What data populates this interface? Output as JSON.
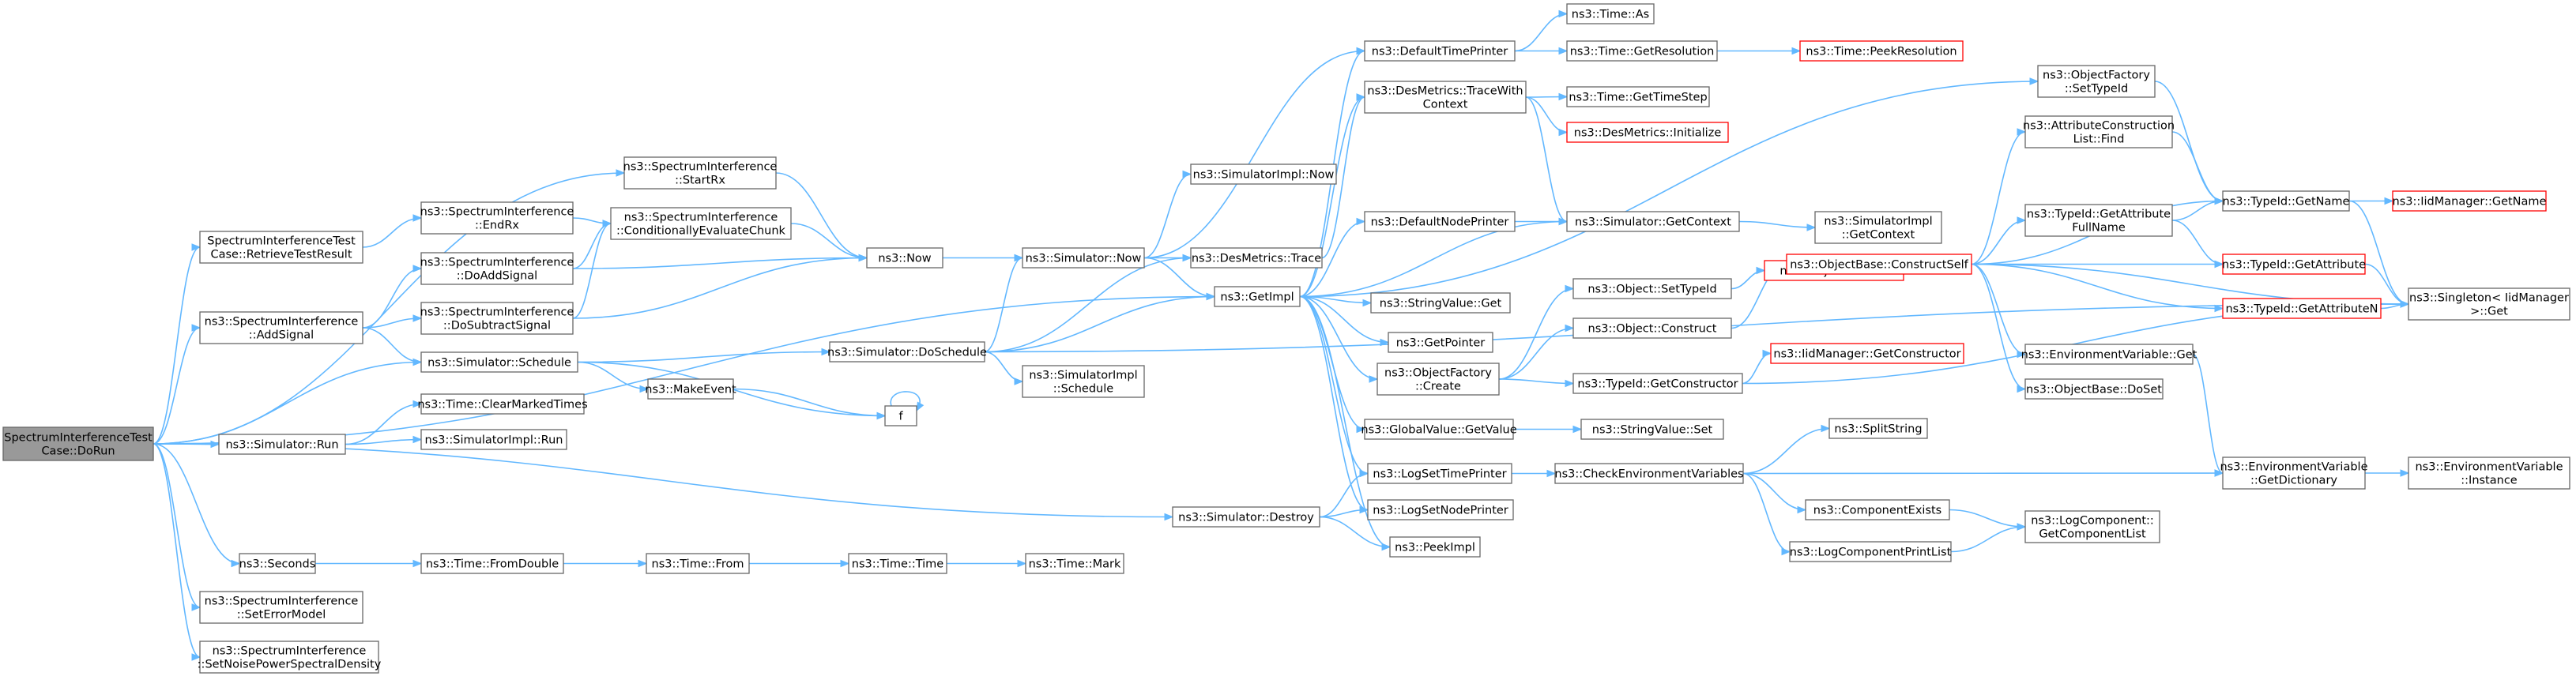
{
  "colors": {
    "edge": "#63b8ff",
    "node_fill": "#ffffff",
    "node_border": "#666666",
    "root_fill": "#999999",
    "root_border": "#666666",
    "undocumented_border": "#ff0000",
    "label": "#000000"
  },
  "graph": {
    "nodes": [
      {
        "id": "root",
        "lines": [
          "SpectrumInterferenceTest",
          "Case::DoRun"
        ],
        "kind": "root"
      },
      {
        "id": "startrx",
        "lines": [
          "ns3::SpectrumInterference",
          "::StartRx"
        ],
        "kind": "normal"
      },
      {
        "id": "retrieve",
        "lines": [
          "SpectrumInterferenceTest",
          "Case::RetrieveTestResult"
        ],
        "kind": "normal"
      },
      {
        "id": "endrx",
        "lines": [
          "ns3::SpectrumInterference",
          "::EndRx"
        ],
        "kind": "normal"
      },
      {
        "id": "condeval",
        "lines": [
          "ns3::SpectrumInterference",
          "::ConditionallyEvaluateChunk"
        ],
        "kind": "normal"
      },
      {
        "id": "doaddsignal",
        "lines": [
          "ns3::SpectrumInterference",
          "::DoAddSignal"
        ],
        "kind": "normal"
      },
      {
        "id": "dosubsignal",
        "lines": [
          "ns3::SpectrumInterference",
          "::DoSubtractSignal"
        ],
        "kind": "normal"
      },
      {
        "id": "addsignal",
        "lines": [
          "ns3::SpectrumInterference",
          "::AddSignal"
        ],
        "kind": "normal"
      },
      {
        "id": "schedule",
        "lines": [
          "ns3::Simulator::Schedule"
        ],
        "kind": "normal"
      },
      {
        "id": "clearmarked",
        "lines": [
          "ns3::Time::ClearMarkedTimes"
        ],
        "kind": "normal"
      },
      {
        "id": "simrun",
        "lines": [
          "ns3::Simulator::Run"
        ],
        "kind": "normal"
      },
      {
        "id": "simimplrun",
        "lines": [
          "ns3::SimulatorImpl::Run"
        ],
        "kind": "normal"
      },
      {
        "id": "makeevent",
        "lines": [
          "ns3::MakeEvent"
        ],
        "kind": "normal"
      },
      {
        "id": "f",
        "lines": [
          "f"
        ],
        "kind": "normal"
      },
      {
        "id": "now",
        "lines": [
          "ns3::Now"
        ],
        "kind": "normal"
      },
      {
        "id": "simnow",
        "lines": [
          "ns3::Simulator::Now"
        ],
        "kind": "normal"
      },
      {
        "id": "simimplnow",
        "lines": [
          "ns3::SimulatorImpl::Now"
        ],
        "kind": "normal"
      },
      {
        "id": "doschedule",
        "lines": [
          "ns3::Simulator::DoSchedule"
        ],
        "kind": "normal"
      },
      {
        "id": "simimplschedule",
        "lines": [
          "ns3::SimulatorImpl",
          "::Schedule"
        ],
        "kind": "normal"
      },
      {
        "id": "desmetricstrace",
        "lines": [
          "ns3::DesMetrics::Trace"
        ],
        "kind": "normal"
      },
      {
        "id": "getimpl",
        "lines": [
          "ns3::GetImpl"
        ],
        "kind": "normal"
      },
      {
        "id": "seconds",
        "lines": [
          "ns3::Seconds"
        ],
        "kind": "normal"
      },
      {
        "id": "fromdouble",
        "lines": [
          "ns3::Time::FromDouble"
        ],
        "kind": "normal"
      },
      {
        "id": "timefrom",
        "lines": [
          "ns3::Time::From"
        ],
        "kind": "normal"
      },
      {
        "id": "timetime",
        "lines": [
          "ns3::Time::Time"
        ],
        "kind": "normal"
      },
      {
        "id": "timemark",
        "lines": [
          "ns3::Time::Mark"
        ],
        "kind": "normal"
      },
      {
        "id": "seterrormodel",
        "lines": [
          "ns3::SpectrumInterference",
          "::SetErrorModel"
        ],
        "kind": "normal"
      },
      {
        "id": "setnoise",
        "lines": [
          "ns3::SpectrumInterference",
          "::SetNoisePowerSpectralDensity"
        ],
        "kind": "normal"
      },
      {
        "id": "simdestroy",
        "lines": [
          "ns3::Simulator::Destroy"
        ],
        "kind": "normal"
      },
      {
        "id": "defaulttimeprinter",
        "lines": [
          "ns3::DefaultTimePrinter"
        ],
        "kind": "normal"
      },
      {
        "id": "timeas",
        "lines": [
          "ns3::Time::As"
        ],
        "kind": "normal"
      },
      {
        "id": "getresolution",
        "lines": [
          "ns3::Time::GetResolution"
        ],
        "kind": "normal"
      },
      {
        "id": "peekresolution",
        "lines": [
          "ns3::Time::PeekResolution"
        ],
        "kind": "undocumented"
      },
      {
        "id": "tracewithcontext",
        "lines": [
          "ns3::DesMetrics::TraceWith",
          "Context"
        ],
        "kind": "normal"
      },
      {
        "id": "gettimestep",
        "lines": [
          "ns3::Time::GetTimeStep"
        ],
        "kind": "normal"
      },
      {
        "id": "desinit",
        "lines": [
          "ns3::DesMetrics::Initialize"
        ],
        "kind": "undocumented"
      },
      {
        "id": "defaultnodeprinter",
        "lines": [
          "ns3::DefaultNodePrinter"
        ],
        "kind": "normal"
      },
      {
        "id": "simgetcontext",
        "lines": [
          "ns3::Simulator::GetContext"
        ],
        "kind": "normal"
      },
      {
        "id": "simimplgetcontext",
        "lines": [
          "ns3::SimulatorImpl",
          "::GetContext"
        ],
        "kind": "normal"
      },
      {
        "id": "stringvalueget",
        "lines": [
          "ns3::StringValue::Get"
        ],
        "kind": "normal"
      },
      {
        "id": "getpointer",
        "lines": [
          "ns3::GetPointer"
        ],
        "kind": "normal"
      },
      {
        "id": "objfactorycreate",
        "lines": [
          "ns3::ObjectFactory",
          "::Create"
        ],
        "kind": "normal"
      },
      {
        "id": "objsettypeid",
        "lines": [
          "ns3::Object::SetTypeId"
        ],
        "kind": "normal"
      },
      {
        "id": "objcheck",
        "lines": [
          "ns3::Object::Check"
        ],
        "kind": "undocumented"
      },
      {
        "id": "objconstruct",
        "lines": [
          "ns3::Object::Construct"
        ],
        "kind": "normal"
      },
      {
        "id": "gettypeidconstructor",
        "lines": [
          "ns3::TypeId::GetConstructor"
        ],
        "kind": "normal"
      },
      {
        "id": "iidgetconstructor",
        "lines": [
          "ns3::IidManager::GetConstructor"
        ],
        "kind": "undocumented"
      },
      {
        "id": "globalvalueget",
        "lines": [
          "ns3::GlobalValue::GetValue"
        ],
        "kind": "normal"
      },
      {
        "id": "stringvalueset",
        "lines": [
          "ns3::StringValue::Set"
        ],
        "kind": "normal"
      },
      {
        "id": "logsettimeprinter",
        "lines": [
          "ns3::LogSetTimePrinter"
        ],
        "kind": "normal"
      },
      {
        "id": "logsetnodeprinter",
        "lines": [
          "ns3::LogSetNodePrinter"
        ],
        "kind": "normal"
      },
      {
        "id": "peekimpl",
        "lines": [
          "ns3::PeekImpl"
        ],
        "kind": "normal"
      },
      {
        "id": "checkenv",
        "lines": [
          "ns3::CheckEnvironmentVariables"
        ],
        "kind": "normal"
      },
      {
        "id": "objfactorysettypeid",
        "lines": [
          "ns3::ObjectFactory",
          "::SetTypeId"
        ],
        "kind": "normal"
      },
      {
        "id": "attrconstructlist",
        "lines": [
          "ns3::AttributeConstruction",
          "List::Find"
        ],
        "kind": "normal"
      },
      {
        "id": "typeidgetattrfullname",
        "lines": [
          "ns3::TypeId::GetAttribute",
          "FullName"
        ],
        "kind": "normal"
      },
      {
        "id": "typeidgetname",
        "lines": [
          "ns3::TypeId::GetName"
        ],
        "kind": "normal"
      },
      {
        "id": "iidgetname",
        "lines": [
          "ns3::IidManager::GetName"
        ],
        "kind": "undocumented"
      },
      {
        "id": "typeidgetattribute",
        "lines": [
          "ns3::TypeId::GetAttribute"
        ],
        "kind": "undocumented"
      },
      {
        "id": "objbaseconstructself",
        "lines": [
          "ns3::ObjectBase::ConstructSelf"
        ],
        "kind": "undocumented"
      },
      {
        "id": "typeidgetattributen",
        "lines": [
          "ns3::TypeId::GetAttributeN"
        ],
        "kind": "undocumented"
      },
      {
        "id": "singletonget",
        "lines": [
          "ns3::Singleton< IidManager",
          ">::Get"
        ],
        "kind": "normal"
      },
      {
        "id": "envvarget",
        "lines": [
          "ns3::EnvironmentVariable::Get"
        ],
        "kind": "normal"
      },
      {
        "id": "objbasedoset",
        "lines": [
          "ns3::ObjectBase::DoSet"
        ],
        "kind": "normal"
      },
      {
        "id": "splitstring",
        "lines": [
          "ns3::SplitString"
        ],
        "kind": "normal"
      },
      {
        "id": "envvargetdict",
        "lines": [
          "ns3::EnvironmentVariable",
          "::GetDictionary"
        ],
        "kind": "normal"
      },
      {
        "id": "envvarinstance",
        "lines": [
          "ns3::EnvironmentVariable",
          "::Instance"
        ],
        "kind": "normal"
      },
      {
        "id": "componentexists",
        "lines": [
          "ns3::ComponentExists"
        ],
        "kind": "normal"
      },
      {
        "id": "logcompprintlist",
        "lines": [
          "ns3::LogComponentPrintList"
        ],
        "kind": "normal"
      },
      {
        "id": "logcompgetlist",
        "lines": [
          "ns3::LogComponent::",
          "GetComponentList"
        ],
        "kind": "normal"
      }
    ]
  }
}
